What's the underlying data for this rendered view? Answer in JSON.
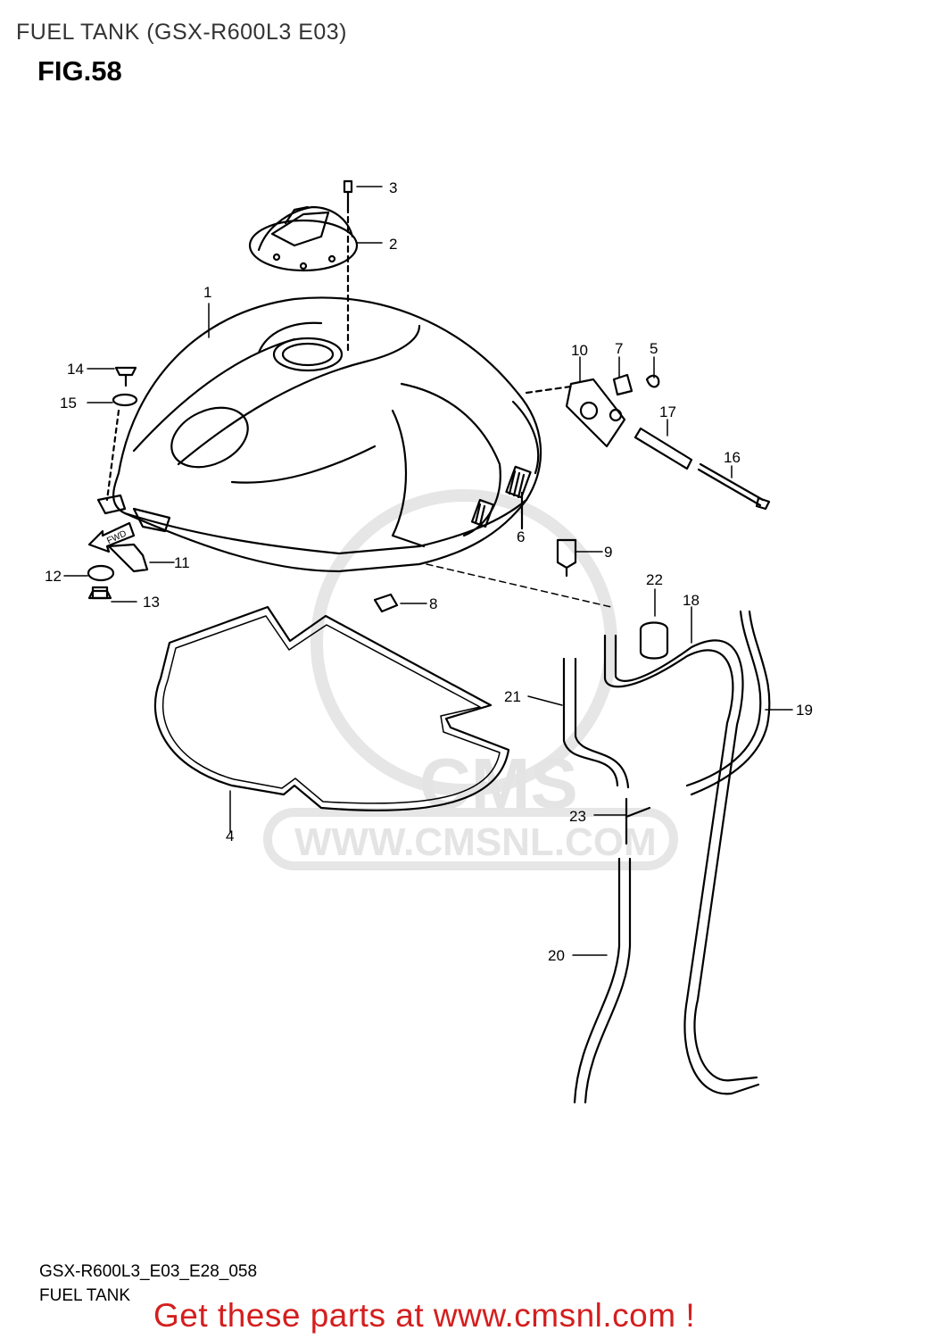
{
  "header": {
    "title": "FUEL TANK (GSX-R600L3 E03)",
    "figure": "FIG.58"
  },
  "diagram": {
    "callouts": [
      "1",
      "2",
      "3",
      "4",
      "5",
      "6",
      "7",
      "8",
      "9",
      "10",
      "11",
      "12",
      "13",
      "14",
      "15",
      "16",
      "17",
      "18",
      "19",
      "20",
      "21",
      "22",
      "23"
    ],
    "fwd_label": "FWD",
    "watermark": "WWW.CMSNL.COM",
    "watermark_logo": "CMS"
  },
  "footer": {
    "code": "GSX-R600L3_E03_E28_058",
    "caption": "FUEL TANK",
    "cta": "Get these parts at www.cmsnl.com !",
    "cta_color": "#d41e1e"
  }
}
